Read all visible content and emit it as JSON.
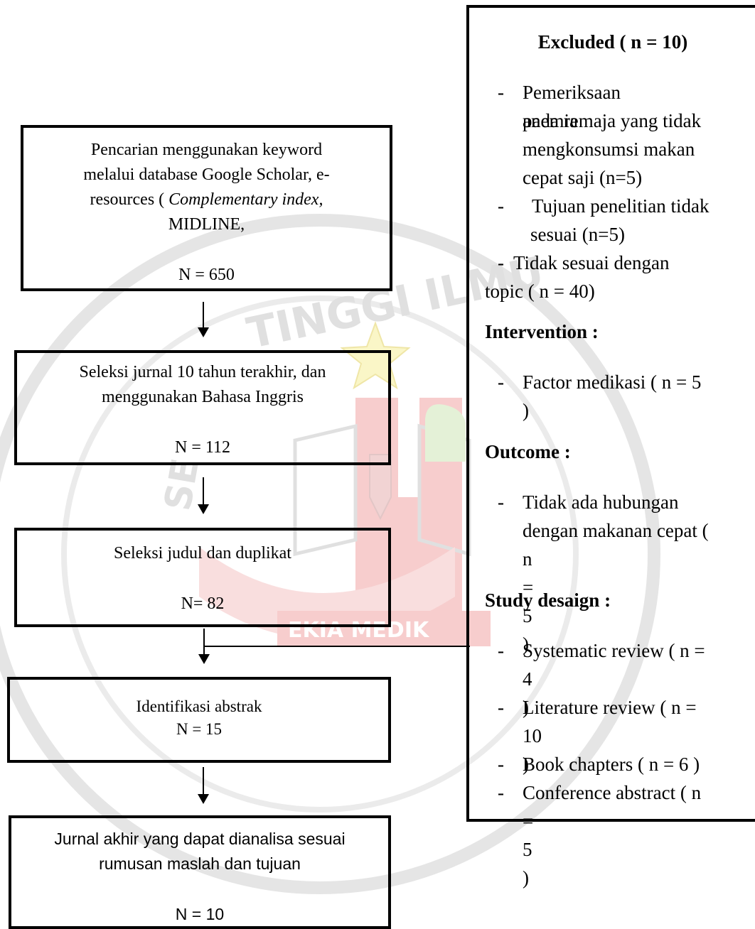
{
  "flow": {
    "box1": {
      "text_a": "Pencarian menggunakan keyword",
      "text_b": "melalui database Google Scholar, e-",
      "text_c_pre": "resources ( ",
      "text_c_ital": "Complementary index,",
      "text_d": "MIDLINE,",
      "count": "N = 650"
    },
    "box2": {
      "text_a": "Seleksi jurnal 10 tahun terakhir, dan",
      "text_b": "menggunakan Bahasa Inggris",
      "count": "N = 112"
    },
    "box3": {
      "text_a": "Seleksi judul dan duplikat",
      "count": "N= 82"
    },
    "box4": {
      "text_a": "Identifikasi abstrak",
      "count": "N = 15"
    },
    "box5": {
      "text_a": "Jurnal akhir yang dapat dianalisa sesuai",
      "text_b": "rumusan maslah dan tujuan",
      "count": "N = 10"
    }
  },
  "excluded": {
    "title": "Excluded ( n = 10)",
    "items": [
      {
        "dash": "-",
        "lines": [
          "Pemeriksaan anemia",
          "pada remaja yang tidak",
          "mengkonsumsi makan",
          "cepat saji (n=5)"
        ]
      },
      {
        "dash": "-",
        "lines": [
          "Tujuan penelitian tidak",
          "sesuai (n=5)"
        ]
      },
      {
        "dash": "-",
        "lines": [
          "Tidak sesuai dengan",
          "topic ( n = 40)"
        ]
      }
    ],
    "intervention": {
      "heading": "Intervention :",
      "items": [
        {
          "dash": "-",
          "lines": [
            "Factor medikasi ( n = 5",
            ")"
          ]
        }
      ]
    },
    "outcome": {
      "heading": "Outcome :",
      "items": [
        {
          "dash": "-",
          "lines": [
            "Tidak ada hubungan",
            "dengan makanan cepat (",
            "n = 5 )"
          ]
        }
      ]
    },
    "study_design": {
      "heading": "Study desaign :",
      "items": [
        {
          "dash": "-",
          "lines": [
            "Systematic review ( n =",
            "4 )"
          ]
        },
        {
          "dash": "-",
          "lines": [
            "Literature review ( n =",
            "10 )"
          ]
        },
        {
          "dash": "-",
          "lines": [
            "Book chapters ( n = 6 )"
          ]
        },
        {
          "dash": "-",
          "lines": [
            "Conference abstract ( n",
            "= 5 )"
          ]
        }
      ]
    }
  },
  "watermark": {
    "arc_text": "TINGGI ILMU",
    "side_text": "SE",
    "banner_text": "EKIA MEDIK",
    "colors": {
      "grey": "#cfcfcf",
      "red": "#f2a6a6",
      "yellow": "#f7ef9a",
      "green": "#cfe6b8"
    }
  }
}
